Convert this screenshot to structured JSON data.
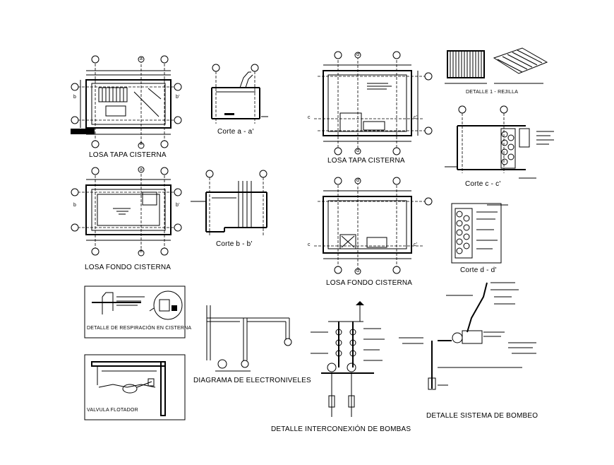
{
  "captions": {
    "losa_tapa_1": "LOSA TAPA CISTERNA",
    "corte_aa": "Corte a - a'",
    "losa_tapa_2": "LOSA TAPA CISTERNA",
    "detalle_rejilla": "DETALLE 1 - REJILLA",
    "corte_cc": "Corte c - c'",
    "losa_fondo_1": "LOSA FONDO CISTERNA",
    "corte_bb": "Corte b - b'",
    "losa_fondo_2": "LOSA FONDO CISTERNA",
    "corte_dd": "Corte d - d'",
    "respiracion": "DETALLE DE RESPIRACIÓN EN CISTERNA",
    "valvula": "VALVULA FLOTADOR",
    "electroniveles": "DIAGRAMA DE ELECTRONIVELES",
    "interconexion": "DETALLE INTERCONEXIÓN DE BOMBAS",
    "bombeo": "DETALLE SISTEMA DE BOMBEO"
  },
  "axis_labels": {
    "a": "a",
    "a_prime": "a'",
    "b": "b",
    "b_prime": "b'",
    "c": "c",
    "c_prime": "c'",
    "d": "d",
    "d_prime": "d'"
  }
}
